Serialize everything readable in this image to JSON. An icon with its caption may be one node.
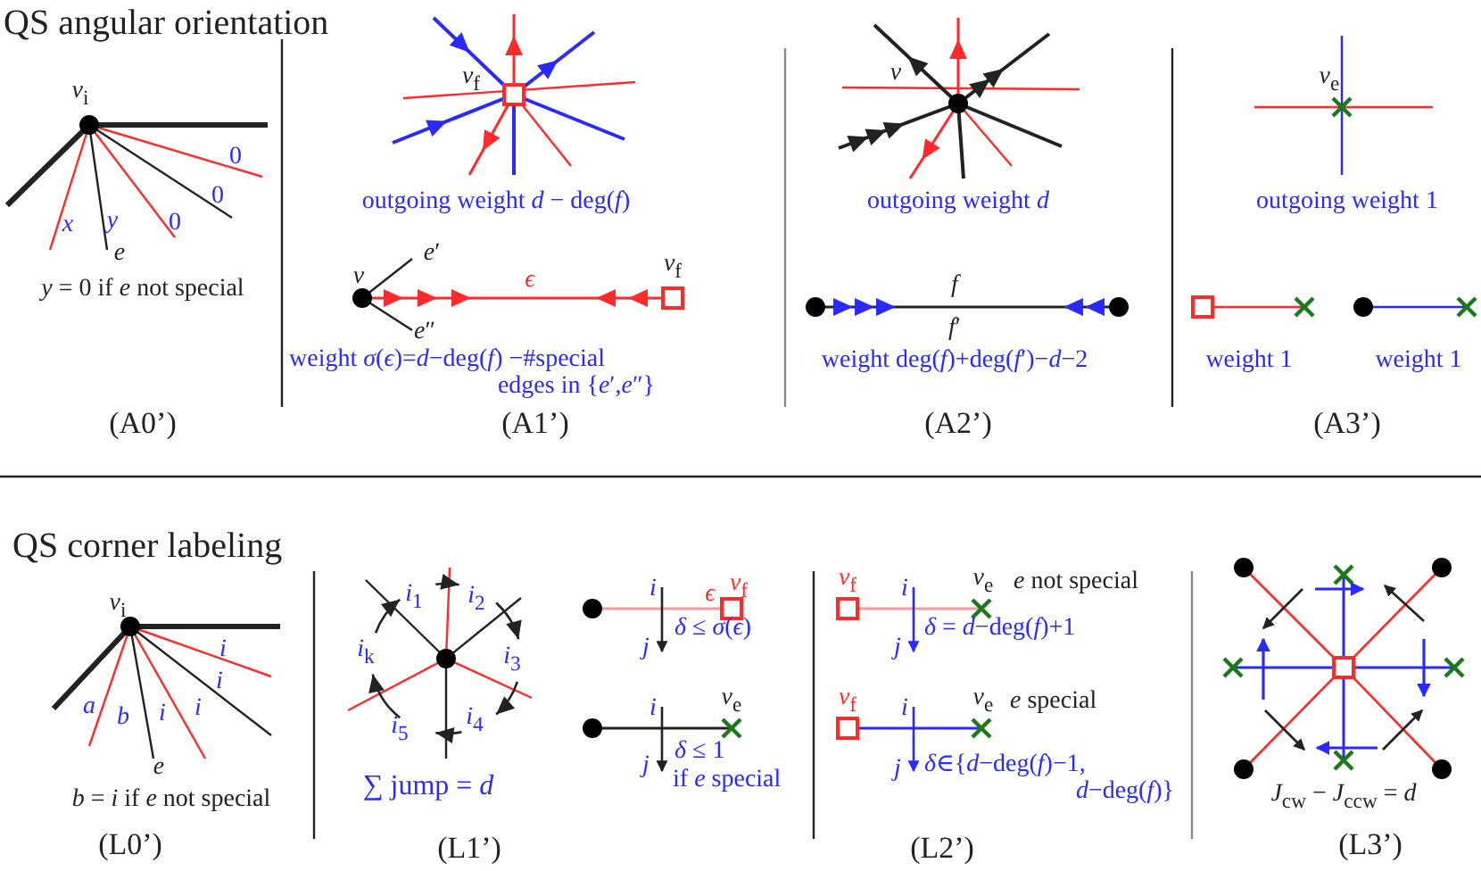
{
  "diagram": {
    "labels": [
      "QS angular orientation",
      "*v*$_{i}$",
      "0",
      "0",
      "0",
      "*x*",
      "*y*",
      "*e*",
      "*y* = 0 if *e* not special",
      "(A0’)",
      "*v*$_{f}$",
      "outgoing weight *d* − deg(*f*)",
      "*e*′",
      "*v*",
      "*ϵ*",
      "*v*$_{f}$",
      "*e*″",
      "weight *σ*(*ϵ*)=*d*−deg(*f*) −#special edges in {*e*′,*e*″}",
      "(A1’)",
      "*v*",
      "outgoing weight *d*",
      "*f*",
      "*f*′",
      "weight deg(*f*)+deg(*f*′)−*d*−2",
      "(A2’)",
      "*v*$_{e}$",
      "outgoing weight 1",
      "weight 1",
      "weight 1",
      "(A3’)",
      "QS corner labeling",
      "*v*$_{i}$",
      "*i*",
      "*i*",
      "*a*",
      "*b*",
      "*i*",
      "*i*",
      "*e*",
      "*b* = *i* if *e* not special",
      "(L0’)",
      "*i*$_{1}$",
      "*i*$_{2}$",
      "*i*$_{k}$",
      "*i*$_{3}$",
      "*i*$_{5}$",
      "*i*$_{4}$",
      "∑ jump = *d*",
      "(L1’)",
      "*i*",
      "*ϵ*",
      "*v*$_{f}$",
      "*j*",
      "*δ* ≤ *σ*(*ϵ*)",
      "*i*",
      "*v*$_{e}$",
      "*j*",
      "*δ* ≤ 1",
      "if *e* special",
      "*v*$_{f}$",
      "*i*",
      "*v*$_{e}$",
      "*e* not special",
      "*j*",
      "*δ* = *d*−deg(*f*)+1",
      "*v*$_{f}$",
      "*i*",
      "*v*$_{e}$",
      "*e* special",
      "*j*",
      "*δ*∈{*d*−deg(*f*)−1, *d*−deg(*f*)}",
      "(L2’)",
      "*J*$_{cw}$ − *J*$_{ccw}$ = *d*",
      "(L3’)"
    ]
  }
}
